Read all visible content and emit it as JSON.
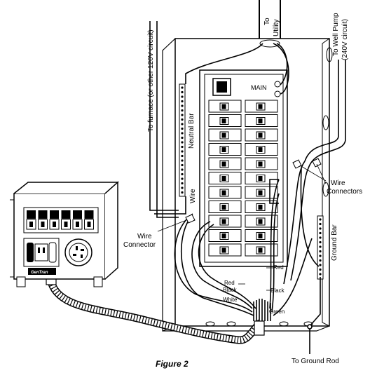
{
  "figure_caption": "Figure 2",
  "labels": {
    "to_utility_1": "To",
    "to_utility_2": "Utility",
    "to_well_pump_1": "To Well Pump",
    "to_well_pump_2": "(240V circuit)",
    "to_furnace": "To furnace (or other 120V circuit)",
    "neutral_bar": "Neutral Bar",
    "wire_vertical": "Wire",
    "main": "MAIN",
    "wire_connectors_1": "Wire",
    "wire_connectors_2": "Connectors",
    "wire_connector_1": "Wire",
    "wire_connector_2": "Connector",
    "ground_bar": "Ground Bar",
    "to_ground_rod": "To Ground Rod",
    "transfer_switch_brand": "GenTran"
  },
  "wire_labels": {
    "red_1": "Red",
    "red_2": "Red",
    "black_1": "Black",
    "black_2": "Black",
    "white": "White",
    "green": "Green"
  }
}
